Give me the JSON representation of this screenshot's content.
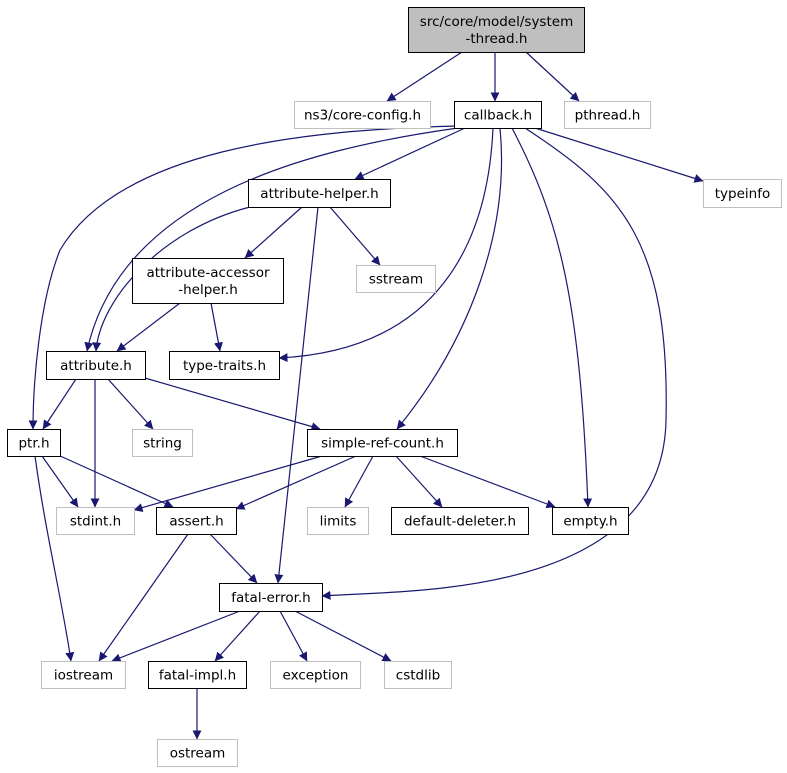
{
  "colors": {
    "edge": "#191970",
    "root_fill": "#bfbfbf",
    "node_fill": "#ffffff",
    "node_border": "#000000",
    "external_border": "#bfbfbf",
    "text": "#000000"
  },
  "nodes": [
    {
      "id": "root",
      "lines": [
        "src/core/model/system",
        "-thread.h"
      ],
      "kind": "root"
    },
    {
      "id": "ns3-core-config",
      "lines": [
        "ns3/core-config.h"
      ],
      "kind": "external"
    },
    {
      "id": "callback",
      "lines": [
        "callback.h"
      ],
      "kind": "internal"
    },
    {
      "id": "pthread",
      "lines": [
        "pthread.h"
      ],
      "kind": "external"
    },
    {
      "id": "attribute-helper",
      "lines": [
        "attribute-helper.h"
      ],
      "kind": "internal"
    },
    {
      "id": "typeinfo",
      "lines": [
        "typeinfo"
      ],
      "kind": "external"
    },
    {
      "id": "attribute-accessor-helper",
      "lines": [
        "attribute-accessor",
        "-helper.h"
      ],
      "kind": "internal"
    },
    {
      "id": "sstream",
      "lines": [
        "sstream"
      ],
      "kind": "external"
    },
    {
      "id": "attribute",
      "lines": [
        "attribute.h"
      ],
      "kind": "internal"
    },
    {
      "id": "type-traits",
      "lines": [
        "type-traits.h"
      ],
      "kind": "internal"
    },
    {
      "id": "ptr",
      "lines": [
        "ptr.h"
      ],
      "kind": "internal"
    },
    {
      "id": "string",
      "lines": [
        "string"
      ],
      "kind": "external"
    },
    {
      "id": "simple-ref-count",
      "lines": [
        "simple-ref-count.h"
      ],
      "kind": "internal"
    },
    {
      "id": "stdint",
      "lines": [
        "stdint.h"
      ],
      "kind": "external"
    },
    {
      "id": "assert",
      "lines": [
        "assert.h"
      ],
      "kind": "internal"
    },
    {
      "id": "limits",
      "lines": [
        "limits"
      ],
      "kind": "external"
    },
    {
      "id": "default-deleter",
      "lines": [
        "default-deleter.h"
      ],
      "kind": "internal"
    },
    {
      "id": "empty",
      "lines": [
        "empty.h"
      ],
      "kind": "internal"
    },
    {
      "id": "fatal-error",
      "lines": [
        "fatal-error.h"
      ],
      "kind": "internal"
    },
    {
      "id": "iostream",
      "lines": [
        "iostream"
      ],
      "kind": "external"
    },
    {
      "id": "fatal-impl",
      "lines": [
        "fatal-impl.h"
      ],
      "kind": "internal"
    },
    {
      "id": "exception",
      "lines": [
        "exception"
      ],
      "kind": "external"
    },
    {
      "id": "cstdlib",
      "lines": [
        "cstdlib"
      ],
      "kind": "external"
    },
    {
      "id": "ostream",
      "lines": [
        "ostream"
      ],
      "kind": "external"
    }
  ],
  "edges": [
    {
      "from": "root",
      "to": "ns3-core-config"
    },
    {
      "from": "root",
      "to": "callback"
    },
    {
      "from": "root",
      "to": "pthread"
    },
    {
      "from": "callback",
      "to": "attribute-helper"
    },
    {
      "from": "callback",
      "to": "typeinfo"
    },
    {
      "from": "callback",
      "to": "attribute"
    },
    {
      "from": "callback",
      "to": "ptr"
    },
    {
      "from": "callback",
      "to": "type-traits"
    },
    {
      "from": "callback",
      "to": "simple-ref-count"
    },
    {
      "from": "callback",
      "to": "empty"
    },
    {
      "from": "callback",
      "to": "fatal-error"
    },
    {
      "from": "attribute-helper",
      "to": "attribute-accessor-helper"
    },
    {
      "from": "attribute-helper",
      "to": "sstream"
    },
    {
      "from": "attribute-helper",
      "to": "attribute"
    },
    {
      "from": "attribute-helper",
      "to": "fatal-error"
    },
    {
      "from": "attribute-accessor-helper",
      "to": "attribute"
    },
    {
      "from": "attribute-accessor-helper",
      "to": "type-traits"
    },
    {
      "from": "attribute",
      "to": "ptr"
    },
    {
      "from": "attribute",
      "to": "string"
    },
    {
      "from": "attribute",
      "to": "simple-ref-count"
    },
    {
      "from": "attribute",
      "to": "stdint"
    },
    {
      "from": "ptr",
      "to": "stdint"
    },
    {
      "from": "ptr",
      "to": "assert"
    },
    {
      "from": "ptr",
      "to": "iostream"
    },
    {
      "from": "simple-ref-count",
      "to": "stdint"
    },
    {
      "from": "simple-ref-count",
      "to": "assert"
    },
    {
      "from": "simple-ref-count",
      "to": "limits"
    },
    {
      "from": "simple-ref-count",
      "to": "default-deleter"
    },
    {
      "from": "simple-ref-count",
      "to": "empty"
    },
    {
      "from": "assert",
      "to": "fatal-error"
    },
    {
      "from": "assert",
      "to": "iostream"
    },
    {
      "from": "fatal-error",
      "to": "iostream"
    },
    {
      "from": "fatal-error",
      "to": "fatal-impl"
    },
    {
      "from": "fatal-error",
      "to": "exception"
    },
    {
      "from": "fatal-error",
      "to": "cstdlib"
    },
    {
      "from": "fatal-impl",
      "to": "ostream"
    }
  ]
}
